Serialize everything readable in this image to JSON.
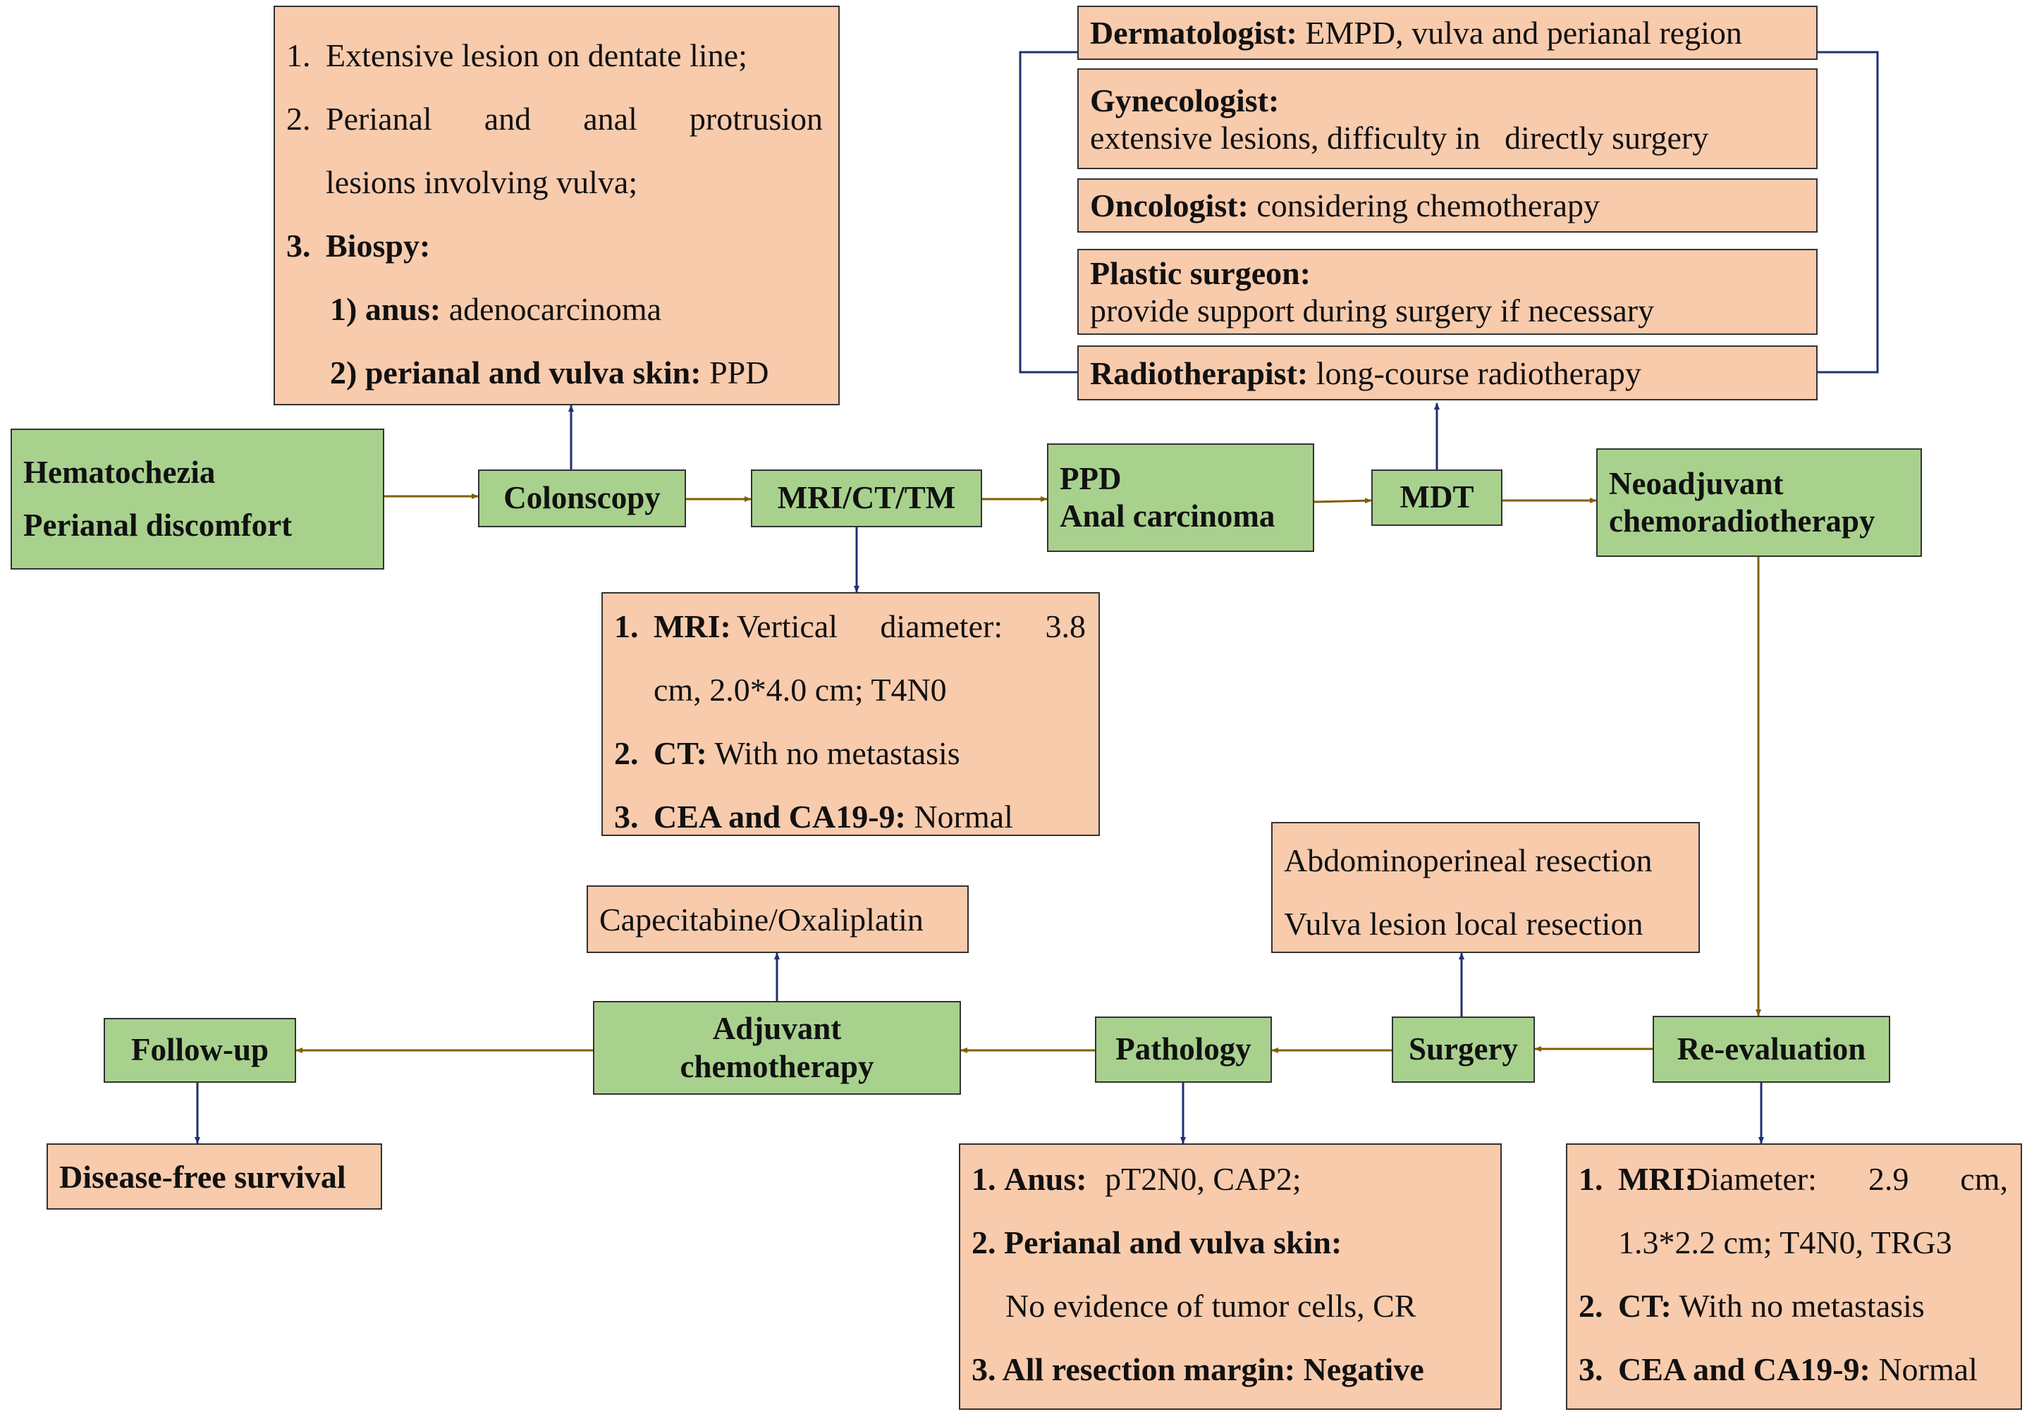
{
  "nodes": {
    "hematochezia": {
      "line1": "Hematochezia",
      "line2": "Perianal discomfort"
    },
    "colonscopy": {
      "label": "Colonscopy"
    },
    "imaging": {
      "label": "MRI/CT/TM"
    },
    "diagnosis": {
      "line1": "PPD",
      "line2": "Anal carcinoma"
    },
    "mdt": {
      "label": "MDT"
    },
    "neoadjuvant": {
      "line1": "Neoadjuvant",
      "line2": "chemoradiotherapy"
    },
    "reevaluation": {
      "label": "Re-evaluation"
    },
    "surgery": {
      "label": "Surgery"
    },
    "pathology": {
      "label": "Pathology"
    },
    "adjuvant": {
      "line1": "Adjuvant",
      "line2": "chemotherapy"
    },
    "followup": {
      "label": "Follow-up"
    }
  },
  "colonscopy_findings": {
    "item1_num": "1.",
    "item1_text": "Extensive lesion on dentate line;",
    "item2_num": "2.",
    "item2_text": "Perianal and anal protrusion",
    "item2_cont": "lesions involving vulva;",
    "item3_num": "3.",
    "item3_label": "Biospy:",
    "sub1_label": "1) anus:",
    "sub1_text": "adenocarcinoma",
    "sub2_label": "2) perianal and vulva skin:",
    "sub2_text": "PPD"
  },
  "imaging_findings": {
    "item1_num": "1.",
    "item1_label": "MRI:",
    "item1_text": "Vertical diameter: 3.8",
    "item1_cont": "cm, 2.0*4.0 cm; T4N0",
    "item2_num": "2.",
    "item2_label": "CT:",
    "item2_text": "With no metastasis",
    "item3_num": "3.",
    "item3_label": "CEA and CA19-9:",
    "item3_text": "Normal"
  },
  "mdt_team": {
    "dermatologist": {
      "role": "Dermatologist:",
      "text": "EMPD, vulva and perianal region"
    },
    "gynecologist": {
      "role": "Gynecologist:",
      "text": "extensive lesions, difficulty in   directly surgery"
    },
    "oncologist": {
      "role": "Oncologist:",
      "text": "considering chemotherapy"
    },
    "plastic": {
      "role": "Plastic surgeon:",
      "text": "provide support during surgery if necessary"
    },
    "radiotherapist": {
      "role": "Radiotherapist:",
      "text": "long-course radiotherapy"
    }
  },
  "reevaluation_findings": {
    "item1_num": "1.",
    "item1_label": "MRI:",
    "item1_text": "Diameter: 2.9 cm,",
    "item1_cont": "1.3*2.2 cm; T4N0, TRG3",
    "item2_num": "2.",
    "item2_label": "CT:",
    "item2_text": "With no metastasis",
    "item3_num": "3.",
    "item3_label": "CEA and CA19-9:",
    "item3_text": "Normal"
  },
  "surgery_procedures": {
    "line1": "Abdominoperineal resection",
    "line2": "Vulva lesion local resection"
  },
  "pathology_findings": {
    "item1_num": "1.",
    "item1_label": "Anus:",
    "item1_text": "pT2N0, CAP2;",
    "item2_num": "2.",
    "item2_label": "Perianal and vulva skin:",
    "item2_cont": "No evidence of tumor cells, CR",
    "item3_num": "3.",
    "item3_label": "All resection margin: Negative"
  },
  "adjuvant_regimen": {
    "label": "Capecitabine/Oxaliplatin"
  },
  "outcome": {
    "label": "Disease-free survival"
  },
  "colors": {
    "green_box": "#a9d18e",
    "peach_box": "#f8cbad",
    "flow_arrow": "#7f6000",
    "branch_arrow": "#1f3071"
  }
}
